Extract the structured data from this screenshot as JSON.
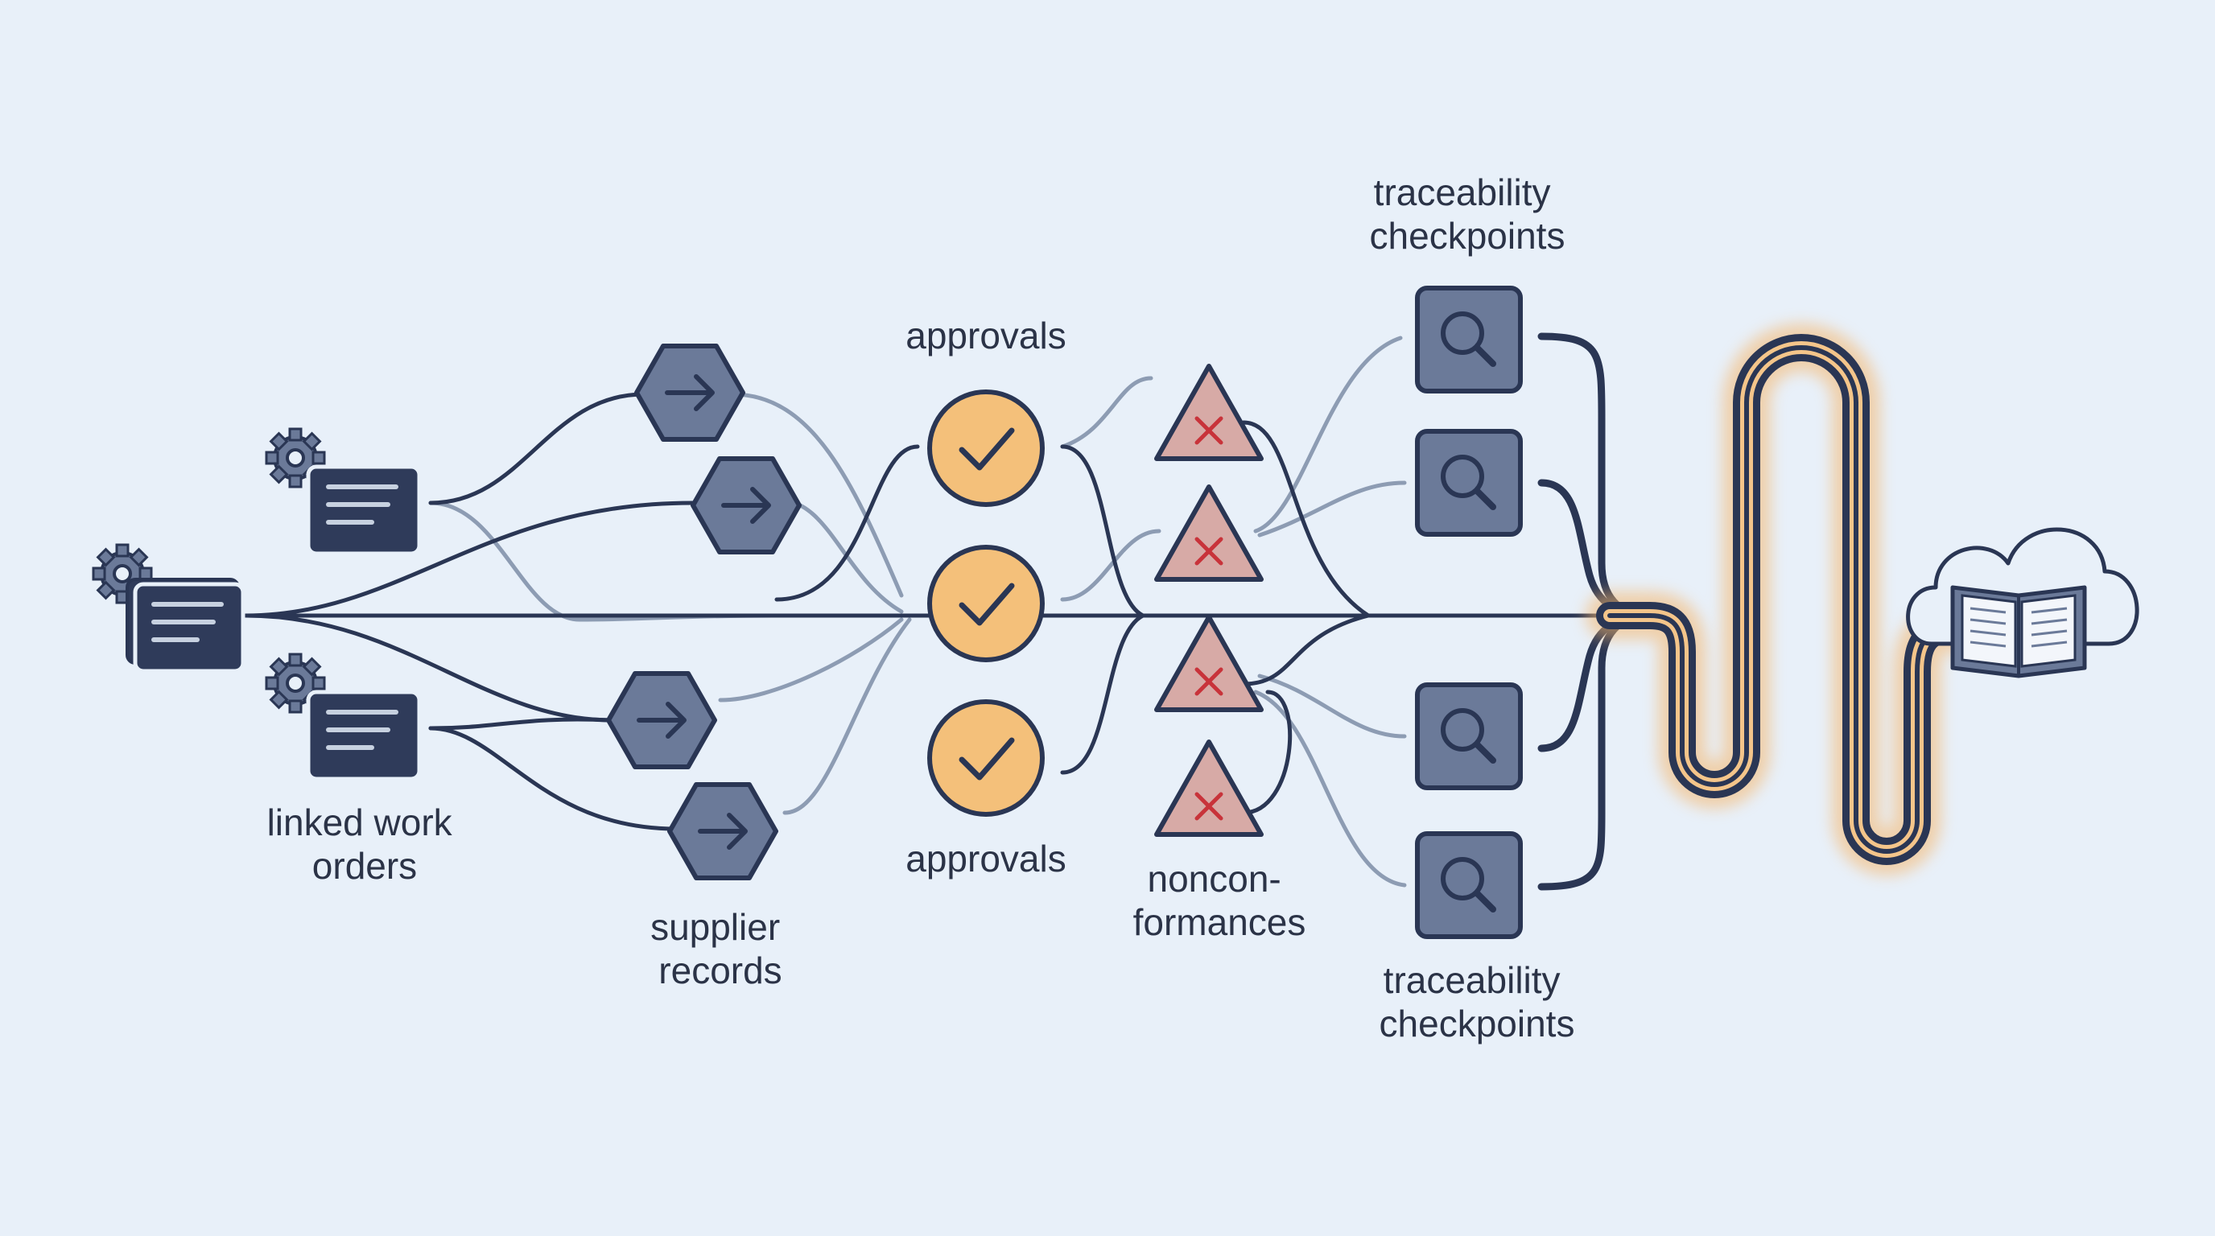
{
  "labels": {
    "work_orders": [
      "linked work",
      "orders"
    ],
    "supplier_records": [
      "supplier",
      "records"
    ],
    "approvals_top": "approvals",
    "approvals_bottom": "approvals",
    "nonconformances": [
      "noncon-",
      "formances"
    ],
    "traceability_top": [
      "traceability",
      "checkpoints"
    ],
    "traceability_bottom": [
      "traceability",
      "checkpoints"
    ]
  },
  "icons": {
    "work_order": "document-gear-icon",
    "supplier_record": "arrow-hexagon-icon",
    "approval": "checkmark-circle-icon",
    "nonconformance": "warning-x-triangle-icon",
    "checkpoint": "magnifier-square-icon",
    "destination": "cloud-book-icon"
  },
  "colors": {
    "background": "#e8f0f9",
    "line_dark": "#2a3654",
    "line_light": "#8d9cb3",
    "node_dark": "#2f3b5a",
    "node_slate": "#6b7a99",
    "approval_fill": "#f4c07a",
    "warning_fill": "#d7aaa6",
    "warning_x": "#c8333a",
    "glow": "#f5b56a"
  }
}
